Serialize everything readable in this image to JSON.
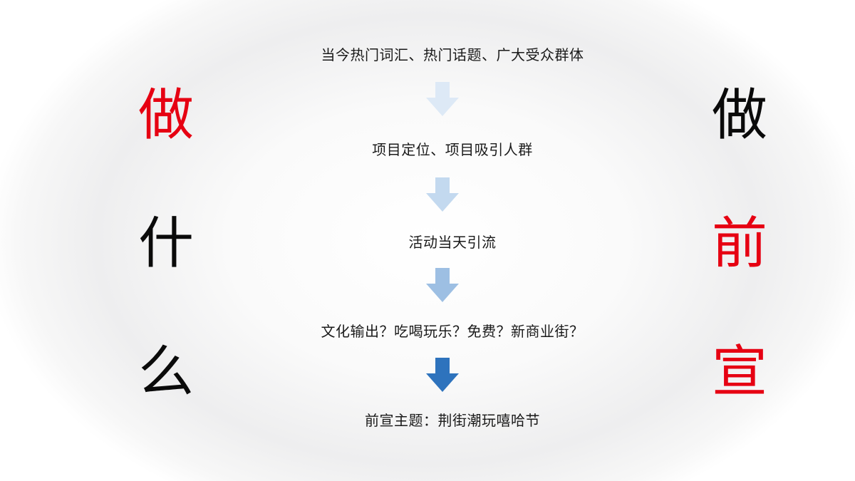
{
  "left_title": [
    "做",
    "什",
    "么"
  ],
  "right_title": [
    "做",
    "前",
    "宣"
  ],
  "colors": {
    "red": "#e60012",
    "black": "#0a0a0a"
  },
  "flow": {
    "steps": [
      "当今热门词汇、热门话题、广大受众群体",
      "项目定位、项目吸引人群",
      "活动当天引流",
      "文化输出？吃喝玩乐？免费？新商业街？",
      "前宣主题：荆街潮玩嘻哈节"
    ],
    "arrow_colors": [
      "#dde9f6",
      "#c3d9ef",
      "#9dbfe3",
      "#2e73bd"
    ]
  }
}
